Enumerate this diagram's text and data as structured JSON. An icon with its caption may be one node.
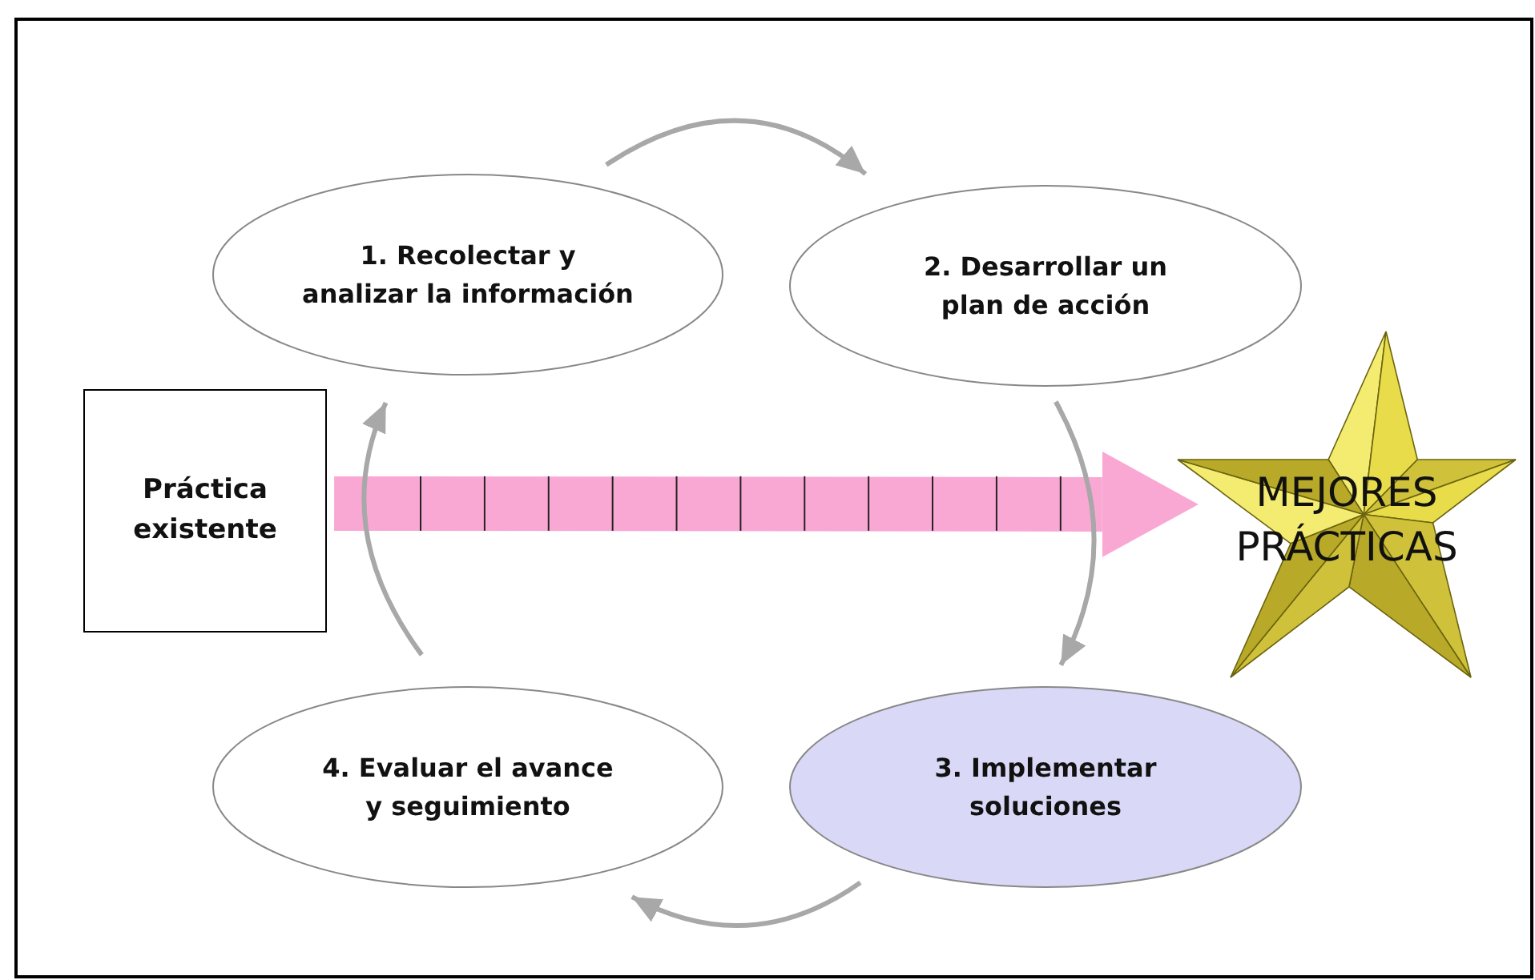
{
  "diagram": {
    "nodes": [
      {
        "text": [
          "Práctica existente"
        ]
      },
      {
        "text": [
          "1. Recolectar y analizar la información"
        ]
      },
      {
        "text": [
          "2. Desarrollar un plan de acción"
        ]
      },
      {
        "text": [
          "3. Implementar soluciones"
        ]
      },
      {
        "text": [
          "4. Evaluar el avance y seguimiento"
        ]
      },
      {
        "text": [
          "MEJORES PRÁCTICAS"
        ]
      }
    ],
    "edges": [
      {
        "from": 1,
        "to": 2,
        "arrow": "to"
      },
      {
        "from": 2,
        "to": 3,
        "arrow": "to"
      },
      {
        "from": 3,
        "to": 4,
        "arrow": "to"
      },
      {
        "from": 4,
        "to": 1,
        "arrow": "to"
      },
      {
        "from": 0,
        "to": 5,
        "arrow": "to",
        "style": "thick",
        "color": "#f9a8d4"
      }
    ]
  }
}
